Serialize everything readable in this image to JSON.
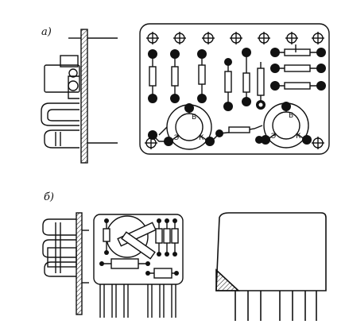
{
  "labels": {
    "panel_a": "a)",
    "panel_b": "б)"
  },
  "pin_labels": {
    "left_b": "Б",
    "left_e": "Э",
    "left_k": "К",
    "right_b": "Б",
    "right_e": "Э",
    "right_k": "К"
  },
  "colors": {
    "ink": "#111111",
    "paper": "#ffffff"
  }
}
